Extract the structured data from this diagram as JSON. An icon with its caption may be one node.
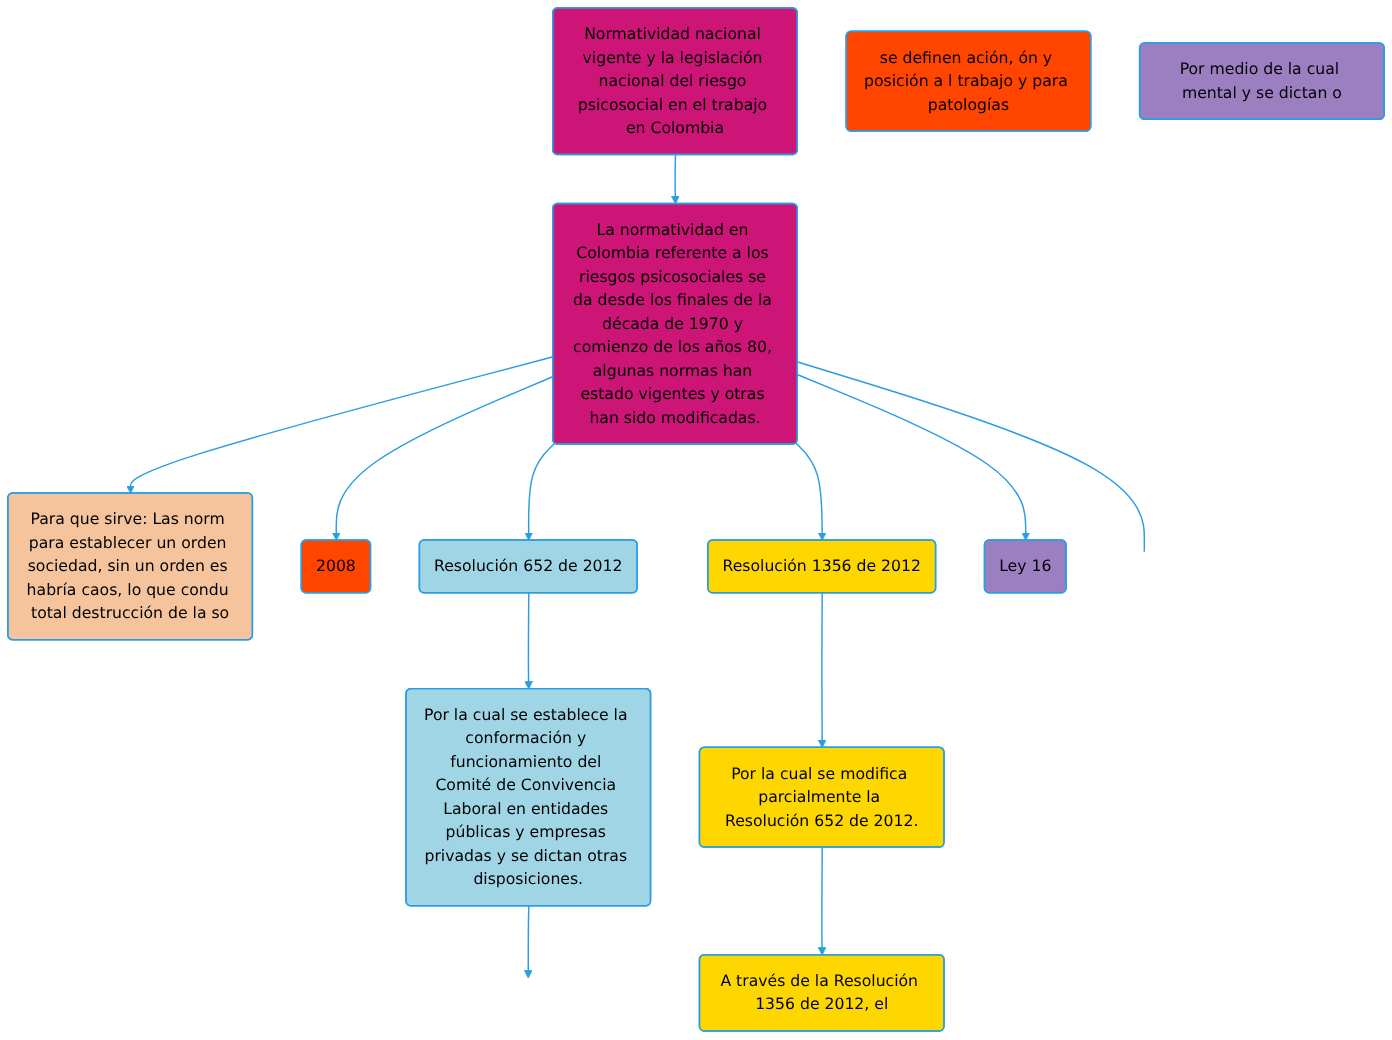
{
  "diagram": {
    "nodes": [
      {
        "text": [
          "Normatividad nacional vigente y la legislación nacional del riesgo psicosocial en el trabajo en Colombia"
        ]
      },
      {
        "text": [
          "La normatividad en Colombia referente a los riesgos psicosociales se da desde los finales de la década de 1970 y comienzo de los años 80, algunas normas han estado vigentes y otras han sido modificadas."
        ]
      },
      {
        "text": [
          "Para que sirve: Las norm para establecer un orden sociedad, sin un orden es habría caos, lo que condu total destrucción de la so"
        ]
      },
      {
        "text": [
          "2008"
        ]
      },
      {
        "text": [
          "se definen ación, ón y posición a l trabajo y para patologías"
        ]
      },
      {
        "text": [
          "Resolución 652 de 2012"
        ]
      },
      {
        "text": [
          "Por la cual se establece la conformación y funcionamiento del Comité de Convivencia Laboral en entidades públicas y empresas privadas y se dictan otras disposiciones."
        ]
      },
      {
        "text": [
          "Resolución 1356 de 2012"
        ]
      },
      {
        "text": [
          "Por la cual se modifica parcialmente la Resolución 652 de 2012."
        ]
      },
      {
        "text": [
          "A través de la Resolución 1356 de 2012, el"
        ]
      },
      {
        "text": [
          "Ley 16"
        ]
      },
      {
        "text": [
          "Por medio de la cual mental y se dictan o"
        ]
      }
    ],
    "edges": [
      {
        "from": 0,
        "to": 1,
        "arrow": "to"
      },
      {
        "from": 1,
        "to": 2,
        "arrow": "to"
      },
      {
        "from": 1,
        "to": null,
        "arrow": "none"
      },
      {
        "from": 1,
        "to": 3,
        "arrow": "to"
      },
      {
        "from": 1,
        "to": 5,
        "arrow": "to"
      },
      {
        "from": 1,
        "to": 7,
        "arrow": "to"
      },
      {
        "from": 1,
        "to": 10,
        "arrow": "to"
      },
      {
        "from": 5,
        "to": 6,
        "arrow": "to"
      },
      {
        "from": 6,
        "to": null,
        "arrow": "to"
      },
      {
        "from": 7,
        "to": 8,
        "arrow": "to"
      },
      {
        "from": 8,
        "to": 9,
        "arrow": "to"
      }
    ]
  }
}
